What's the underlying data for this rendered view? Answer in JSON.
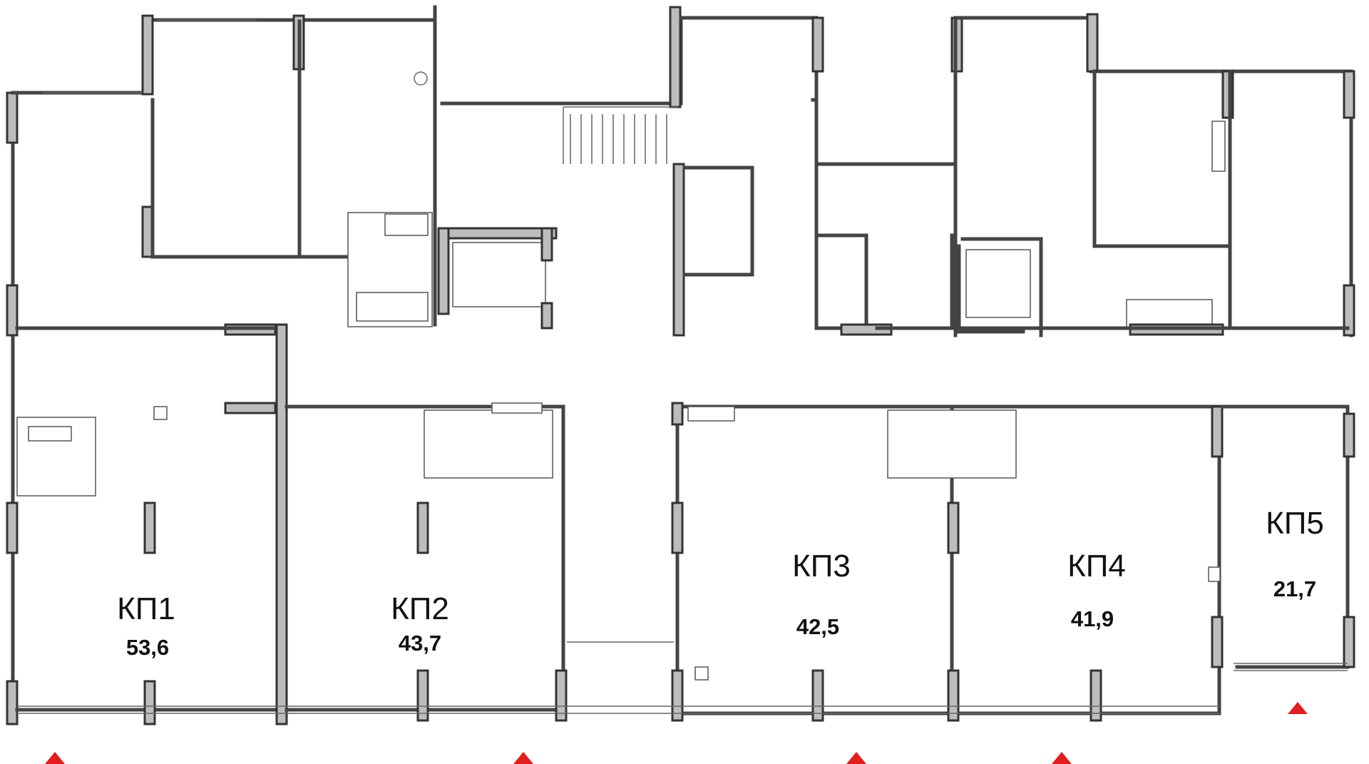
{
  "units": [
    {
      "name": "КП1",
      "area": "53,6"
    },
    {
      "name": "КП2",
      "area": "43,7"
    },
    {
      "name": "КП3",
      "area": "42,5"
    },
    {
      "name": "КП4",
      "area": "41,9"
    },
    {
      "name": "КП5",
      "area": "21,7"
    }
  ],
  "colors": {
    "entrance_marker": "#e31e1e",
    "wall_fill": "#bdbdbd",
    "wall_stroke": "#333333"
  },
  "icons": [
    "entrance-triangle-icon"
  ]
}
